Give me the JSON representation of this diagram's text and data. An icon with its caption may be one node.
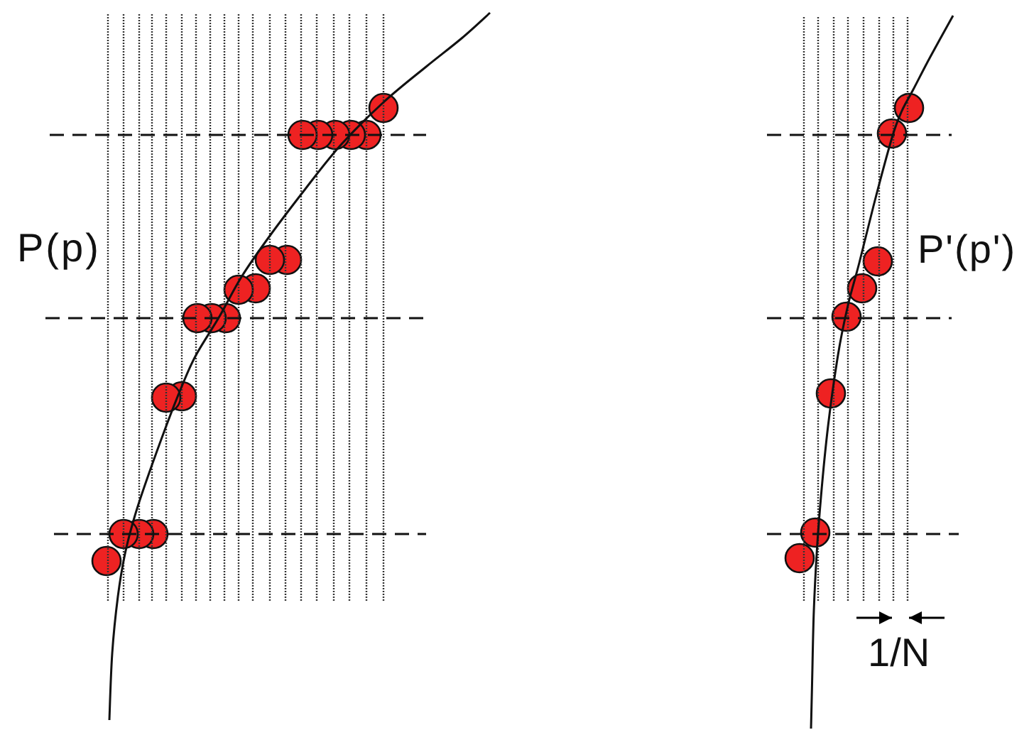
{
  "diagram": {
    "labels": [
      "P(p)",
      "P'(p')",
      "1/N"
    ]
  }
}
